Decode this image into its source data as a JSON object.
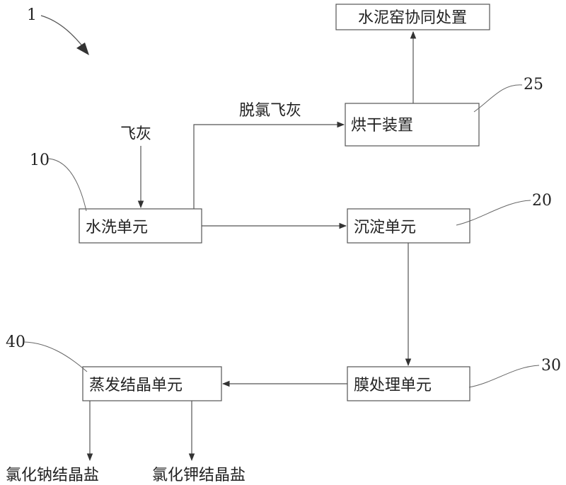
{
  "figure_number": "1",
  "nodes": {
    "cement_kiln": "水泥窑协同处置",
    "dryer": "烘干装置",
    "water_wash": "水洗单元",
    "sedimentation": "沉淀单元",
    "membrane": "膜处理单元",
    "evaporation": "蒸发结晶单元"
  },
  "edge_labels": {
    "fly_ash": "飞灰",
    "dechlorinated_fly_ash": "脱氯飞灰"
  },
  "outputs": {
    "nacl": "氯化钠结晶盐",
    "kcl": "氯化钾结晶盐"
  },
  "refs": {
    "water_wash": "10",
    "sedimentation": "20",
    "dryer": "25",
    "membrane": "30",
    "evaporation": "40"
  },
  "colors": {
    "stroke": "#555555",
    "text": "#222222"
  }
}
